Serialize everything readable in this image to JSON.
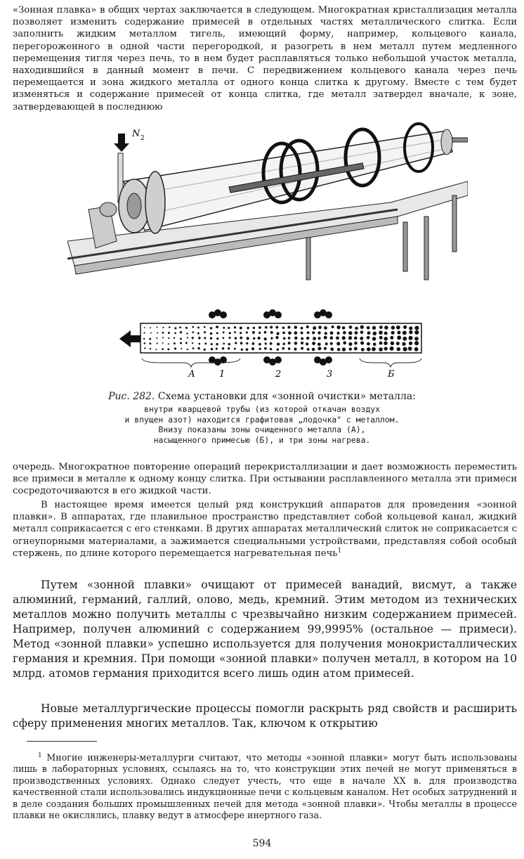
{
  "para_top": "«Зонная плавка» в общих чертах заключается в следующем. Многократная кристаллизация металла позволяет изменить содержание примесей в отдельных частях металлического слитка. Если заполнить жидким металлом тигель, имеющий форму, например, кольцевого канала, перегороженного в одной части перегородкой, и разогреть в нем металл путем медленного перемещения тигля через печь, то в нем будет расплавляться только небольшой участок металла, находившийся в данный момент в печи. С передвижением кольцевого канала через печь перемещается и зона жидкого металла от одного конца слитка к другому. Вместе с тем будет изменяться и содержание примесей от конца слитка, где металл затвердел вначале, к зоне, затвердевающей в последнюю",
  "figure": {
    "n2_label": "N",
    "n2_sub": "2",
    "zone_labels": [
      "А",
      "1",
      "2",
      "3",
      "Б"
    ]
  },
  "caption": {
    "label": "Рис. 282.",
    "title": "Схема установки для «зонной очистки» металла:",
    "lines": [
      "внутри кварцевой трубы (из которой откачан воздух",
      "и впущен азот) находится графитовая „лодочка\" с металлом.",
      "Внизу показаны зоны очищенного металла (А),",
      "насыщенного примесью (Б), и три зоны нагрева."
    ]
  },
  "para_mid1": "очередь. Многократное повторение операций перекристаллизации и дает возможность переместить все примеси в металле к одному концу слитка. При остывании расплавленного металла эти примеси сосредоточиваются в его жидкой части.",
  "para_mid2": "В настоящее время имеется целый ряд конструкций аппаратов для проведения «зонной плавки». В аппаратах, где плавильное пространство представляет собой кольцевой канал, жидкий металл соприкасается с его стенками. В других аппаратах металлический слиток не соприкасается с огнеупорными материалами, а зажимается специальными устройствами, представляя собой особый стержень, по длине которого перемещается нагревательная печь",
  "para_mid2_sup": "1",
  "para_big1": "Путем «зонной плавки» очищают от примесей ванадий, висмут, а также алюминий, германий, галлий, олово, медь, кремний. Этим методом из технических металлов можно получить металлы с чрезвычайно низким содержанием примесей. Например, получен алюминий с содержанием 99,9995% (остальное — примеси). Метод «зонной плавки» успешно используется для получения монокристаллических германия и кремния. При помощи «зонной плавки» получен металл, в котором на 10 млрд. атомов германия приходится всего лишь один атом примесей.",
  "para_big2": "Новые металлургические процессы помогли раскрыть ряд свойств и расширить сферу применения многих металлов. Так, ключом к открытию",
  "footnote_mark": "1",
  "footnote": "Многие инженеры-металлурги считают, что методы «зонной плавки» могут быть использованы лишь в лабораторных условиях, ссылаясь на то, что конструкции этих печей не могут применяться в производственных условиях. Однако следует учесть, что еще в начале XX в. для производства качественной стали использовались индукционные печи с кольцевым каналом. Нет особых затруднений и в деле создания больших промышленных печей для метода «зонной плавки». Чтобы металлы в процессе плавки не окислялись, плавку ведут в атмосфере инертного газа.",
  "page_number": "594"
}
